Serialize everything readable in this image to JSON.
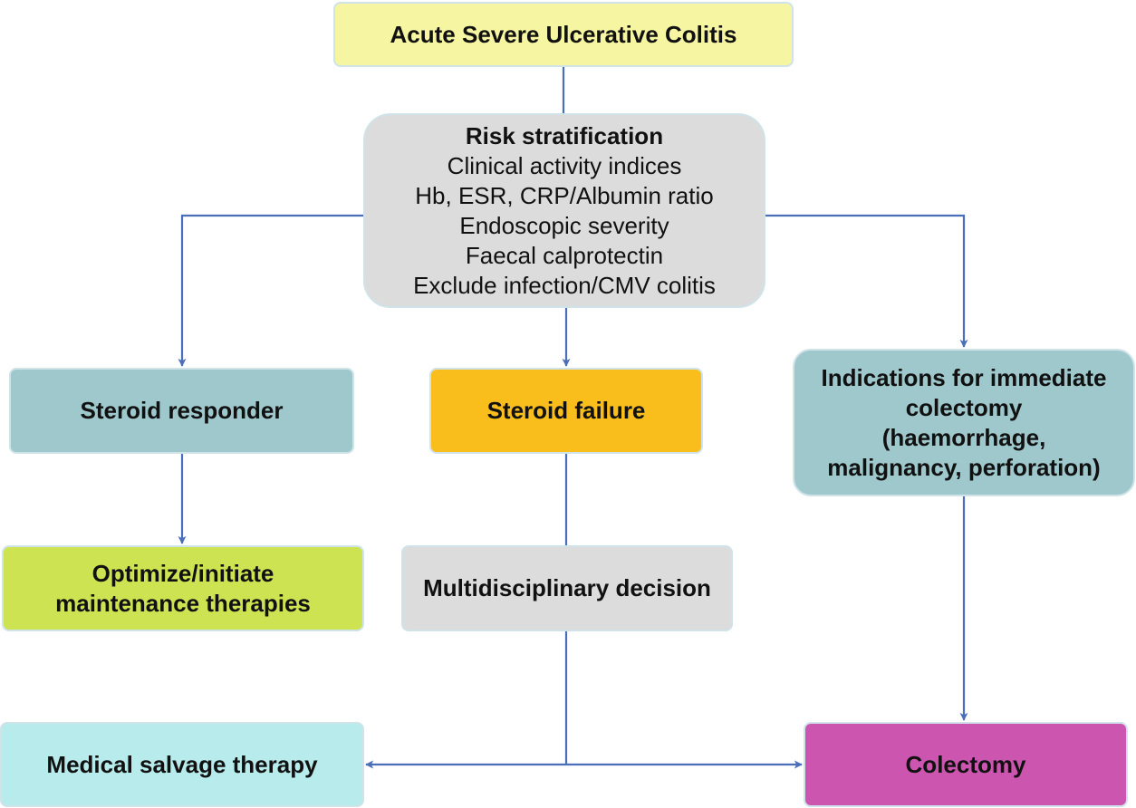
{
  "nodes": {
    "acute": {
      "title": "Acute Severe Ulcerative Colitis"
    },
    "risk": {
      "title": "Risk stratification",
      "items": [
        "Clinical activity indices",
        "Hb, ESR, CRP/Albumin ratio",
        "Endoscopic severity",
        "Faecal calprotectin",
        "Exclude infection/CMV colitis"
      ]
    },
    "responder": {
      "title": "Steroid responder"
    },
    "failure": {
      "title": "Steroid failure"
    },
    "immediate": {
      "lines": [
        "Indications for immediate",
        "colectomy",
        "(haemorrhage,",
        "malignancy, perforation)"
      ]
    },
    "maintenance": {
      "lines": [
        "Optimize/initiate",
        "maintenance therapies"
      ]
    },
    "mdt": {
      "title": "Multidisciplinary decision"
    },
    "salvage": {
      "title": "Medical salvage therapy"
    },
    "colectomy": {
      "title": "Colectomy"
    }
  },
  "colors": {
    "connector": "#4a6fb8",
    "acute": "#f6f5a2",
    "risk": "#dcdcdc",
    "responder": "#9ec8cc",
    "failure": "#f9be1c",
    "immediate": "#9ec8cc",
    "maintenance": "#cde352",
    "mdt": "#dcdcdc",
    "salvage": "#b8ecec",
    "colectomy": "#cc55b0"
  }
}
